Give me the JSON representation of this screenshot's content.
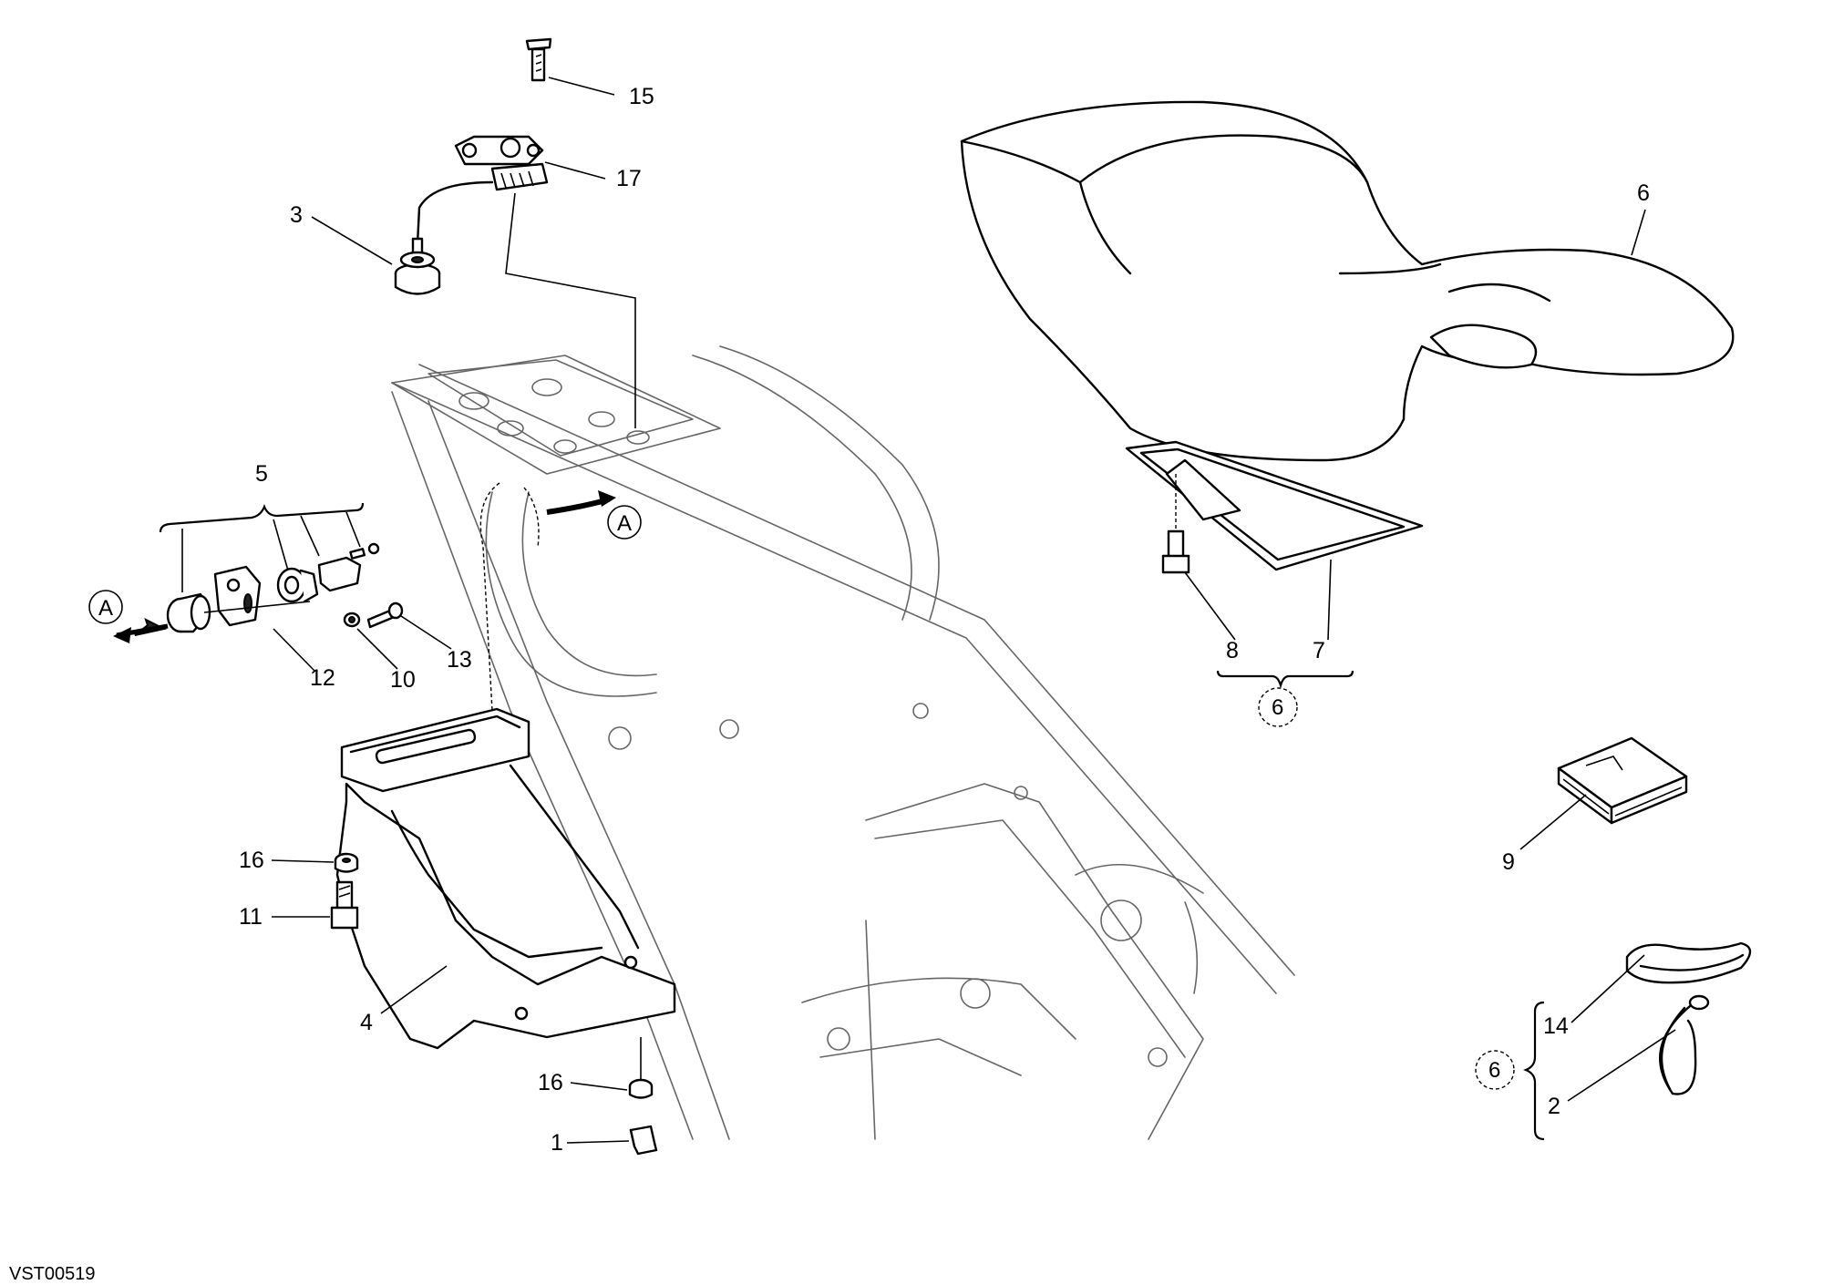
{
  "callouts": {
    "p15": "15",
    "p17": "17",
    "p3": "3",
    "p5": "5",
    "p12": "12",
    "p10": "10",
    "p13": "13",
    "p16_top": "16",
    "p11": "11",
    "p4": "4",
    "p16_bottom": "16",
    "p1": "1",
    "p6": "6",
    "p8": "8",
    "p7": "7",
    "p9": "9",
    "p14": "14",
    "p2": "2"
  },
  "circled_labels": {
    "view_a_right": "A",
    "view_a_left": "A",
    "kit_6_seat": "6",
    "kit_6_small": "6"
  },
  "drawing_code": "VST00519"
}
